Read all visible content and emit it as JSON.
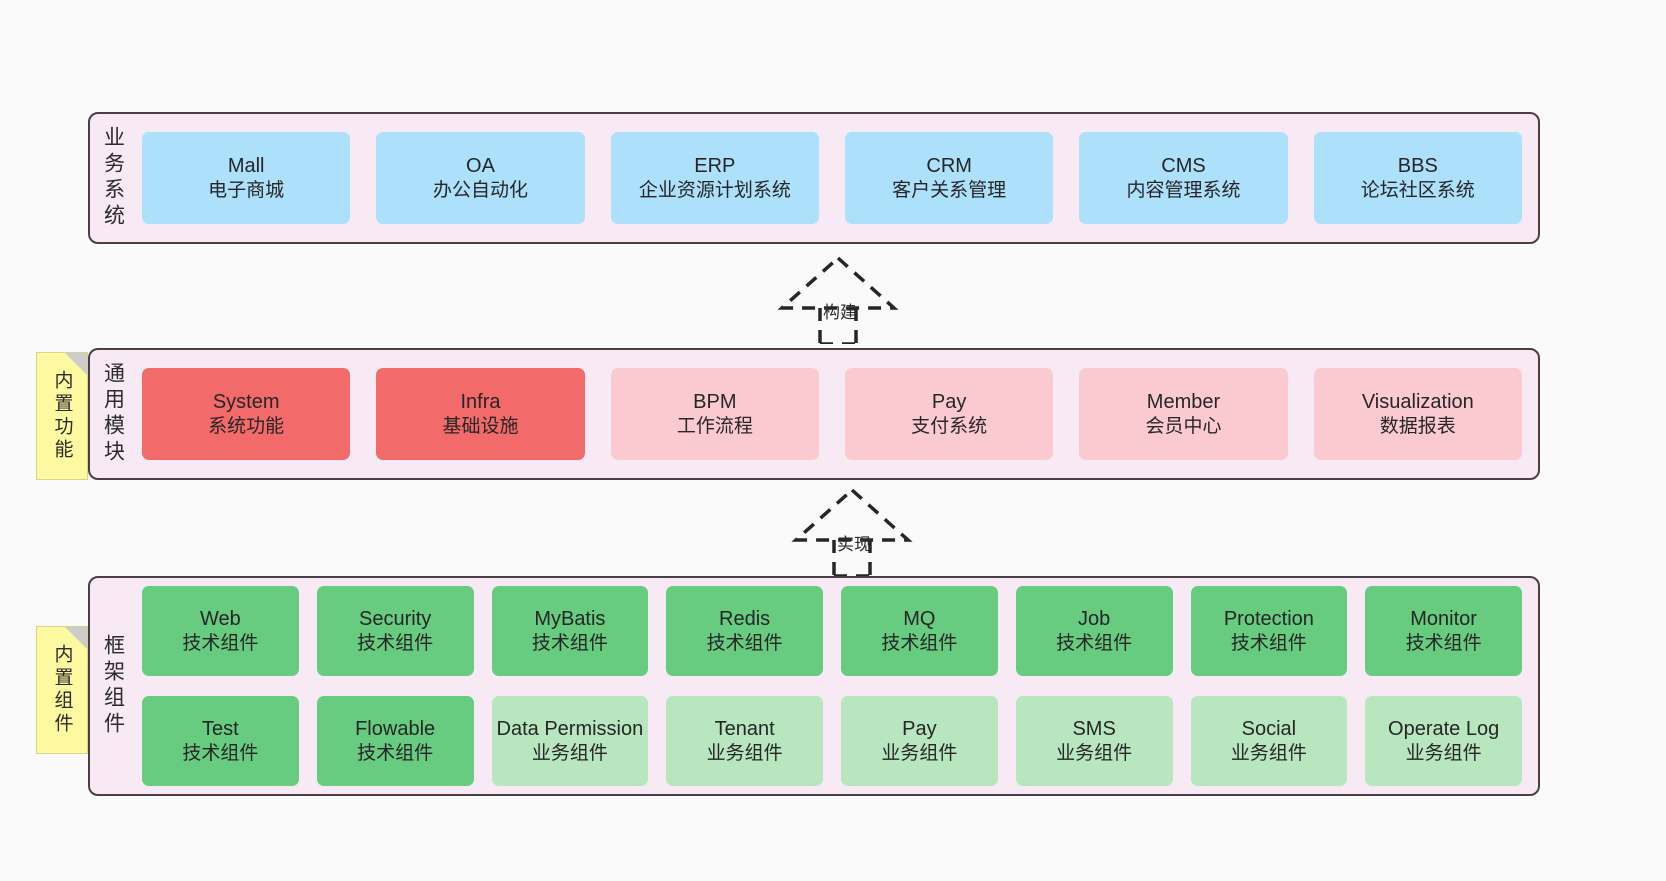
{
  "colors": {
    "page_background": "#fafafa",
    "layer_background": "#f8eaf4",
    "layer_border": "#4a3f47",
    "business_card": "#ace0fb",
    "common_card_strong": "#f26a6a",
    "common_card_light": "#fbcad1",
    "framework_card_tech": "#67cb80",
    "framework_card_biz": "#b7e6bf",
    "note_background": "#fcf9a0",
    "note_fold": "#cccccc",
    "arrow_stroke": "#262626"
  },
  "notes": [
    {
      "name": "builtin-function",
      "label": "内置功能"
    },
    {
      "name": "builtin-component",
      "label": "内置组件"
    }
  ],
  "arrows": [
    {
      "name": "build",
      "label": "构建",
      "style": "dashed-hollow-up"
    },
    {
      "name": "implement",
      "label": "实现",
      "style": "dashed-hollow-up"
    }
  ],
  "layers": [
    {
      "id": "business",
      "title": "业务系统",
      "rows": [
        [
          {
            "en": "Mall",
            "cn": "电子商城",
            "color": "#ace0fb"
          },
          {
            "en": "OA",
            "cn": "办公自动化",
            "color": "#ace0fb"
          },
          {
            "en": "ERP",
            "cn": "企业资源计划系统",
            "color": "#ace0fb"
          },
          {
            "en": "CRM",
            "cn": "客户关系管理",
            "color": "#ace0fb"
          },
          {
            "en": "CMS",
            "cn": "内容管理系统",
            "color": "#ace0fb"
          },
          {
            "en": "BBS",
            "cn": "论坛社区系统",
            "color": "#ace0fb"
          }
        ]
      ]
    },
    {
      "id": "common",
      "title": "通用模块",
      "rows": [
        [
          {
            "en": "System",
            "cn": "系统功能",
            "color": "#f26a6a"
          },
          {
            "en": "Infra",
            "cn": "基础设施",
            "color": "#f26a6a"
          },
          {
            "en": "BPM",
            "cn": "工作流程",
            "color": "#fbcad1"
          },
          {
            "en": "Pay",
            "cn": "支付系统",
            "color": "#fbcad1"
          },
          {
            "en": "Member",
            "cn": "会员中心",
            "color": "#fbcad1"
          },
          {
            "en": "Visualization",
            "cn": "数据报表",
            "color": "#fbcad1"
          }
        ]
      ]
    },
    {
      "id": "framework",
      "title": "框架组件",
      "rows": [
        [
          {
            "en": "Web",
            "cn": "技术组件",
            "color": "#67cb80"
          },
          {
            "en": "Security",
            "cn": "技术组件",
            "color": "#67cb80"
          },
          {
            "en": "MyBatis",
            "cn": "技术组件",
            "color": "#67cb80"
          },
          {
            "en": "Redis",
            "cn": "技术组件",
            "color": "#67cb80"
          },
          {
            "en": "MQ",
            "cn": "技术组件",
            "color": "#67cb80"
          },
          {
            "en": "Job",
            "cn": "技术组件",
            "color": "#67cb80"
          },
          {
            "en": "Protection",
            "cn": "技术组件",
            "color": "#67cb80"
          },
          {
            "en": "Monitor",
            "cn": "技术组件",
            "color": "#67cb80"
          }
        ],
        [
          {
            "en": "Test",
            "cn": "技术组件",
            "color": "#67cb80"
          },
          {
            "en": "Flowable",
            "cn": "技术组件",
            "color": "#67cb80"
          },
          {
            "en": "Data Permission",
            "cn": "业务组件",
            "color": "#b7e6bf"
          },
          {
            "en": "Tenant",
            "cn": "业务组件",
            "color": "#b7e6bf"
          },
          {
            "en": "Pay",
            "cn": "业务组件",
            "color": "#b7e6bf"
          },
          {
            "en": "SMS",
            "cn": "业务组件",
            "color": "#b7e6bf"
          },
          {
            "en": "Social",
            "cn": "业务组件",
            "color": "#b7e6bf"
          },
          {
            "en": "Operate Log",
            "cn": "业务组件",
            "color": "#b7e6bf"
          }
        ]
      ]
    }
  ]
}
